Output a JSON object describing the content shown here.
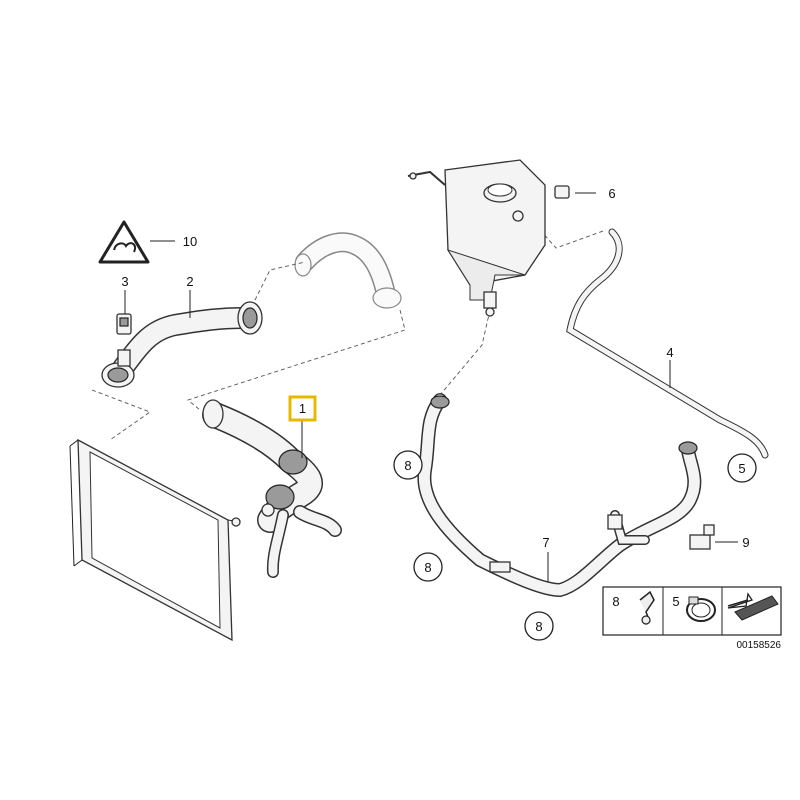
{
  "callouts": [
    {
      "id": "c1",
      "text": "1",
      "highlight": true
    },
    {
      "id": "c2",
      "text": "2"
    },
    {
      "id": "c3",
      "text": "3"
    },
    {
      "id": "c4",
      "text": "4"
    },
    {
      "id": "c5",
      "text": "5",
      "circled": true
    },
    {
      "id": "c6",
      "text": "6"
    },
    {
      "id": "c7",
      "text": "7"
    },
    {
      "id": "c8a",
      "text": "8",
      "circled": true
    },
    {
      "id": "c8b",
      "text": "8",
      "circled": true
    },
    {
      "id": "c8c",
      "text": "8",
      "circled": true
    },
    {
      "id": "c9",
      "text": "9"
    },
    {
      "id": "c10",
      "text": "10"
    }
  ],
  "legend": {
    "items": [
      {
        "text": "8",
        "icon": "hose-clip-icon"
      },
      {
        "text": "5",
        "icon": "hose-clamp-icon"
      }
    ],
    "arrow_icon": "install-direction-icon"
  },
  "diagram_code": "00158526",
  "colors": {
    "highlight": "#e8b800",
    "line": "#222222",
    "part_fill": "#f4f4f4"
  }
}
